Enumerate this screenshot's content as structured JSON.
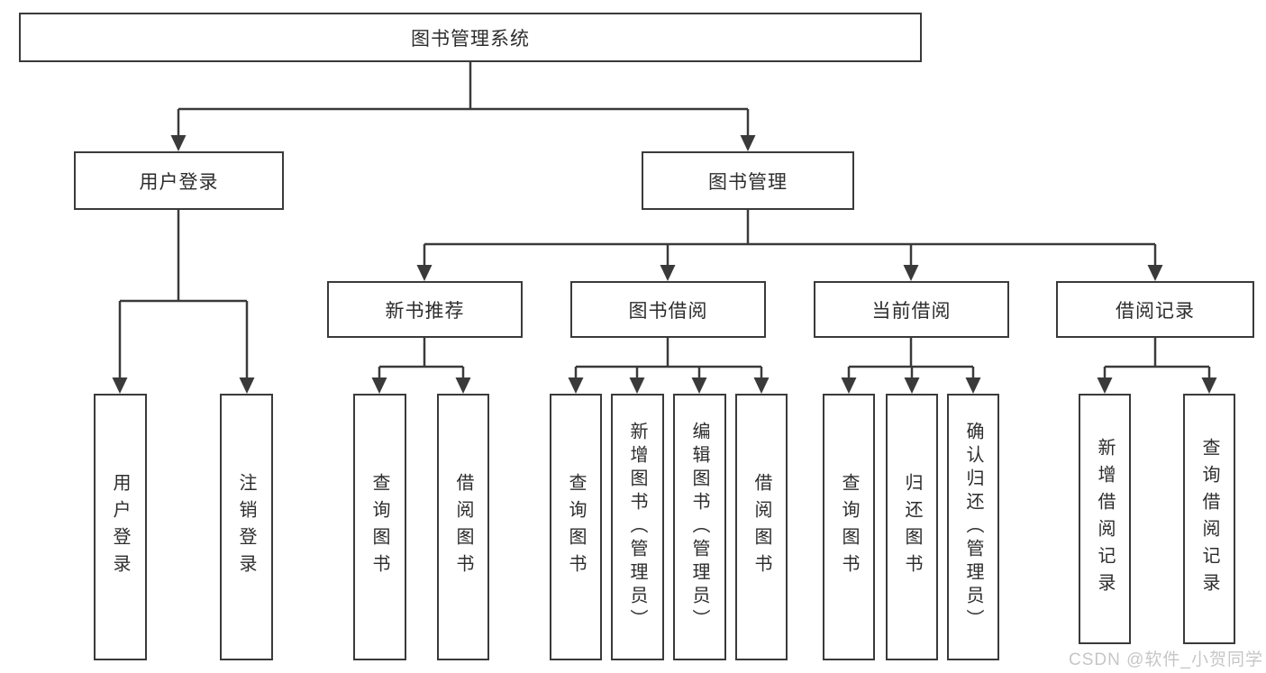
{
  "colors": {
    "line": "#3a3a3a",
    "text": "#2d2d2d",
    "watermark_gray": "#c6c6c6",
    "background": "#ffffff"
  },
  "watermark": {
    "text": "CSDN @软件_小贺同学"
  },
  "diagram": {
    "root": {
      "label": "图书管理系统"
    },
    "level2": [
      {
        "label": "用户登录"
      },
      {
        "label": "图书管理"
      }
    ],
    "level3": [
      {
        "label": "新书推荐"
      },
      {
        "label": "图书借阅"
      },
      {
        "label": "当前借阅"
      },
      {
        "label": "借阅记录"
      }
    ],
    "leaves": [
      {
        "label": "用户登录"
      },
      {
        "label": "注销登录"
      },
      {
        "label": "查询图书"
      },
      {
        "label": "借阅图书"
      },
      {
        "label": "查询图书"
      },
      {
        "label": "新增图书（管理员）"
      },
      {
        "label": "编辑图书（管理员）"
      },
      {
        "label": "借阅图书"
      },
      {
        "label": "查询图书"
      },
      {
        "label": "归还图书"
      },
      {
        "label": "确认归还（管理员）"
      },
      {
        "label": "新增借阅记录"
      },
      {
        "label": "查询借阅记录"
      }
    ]
  }
}
